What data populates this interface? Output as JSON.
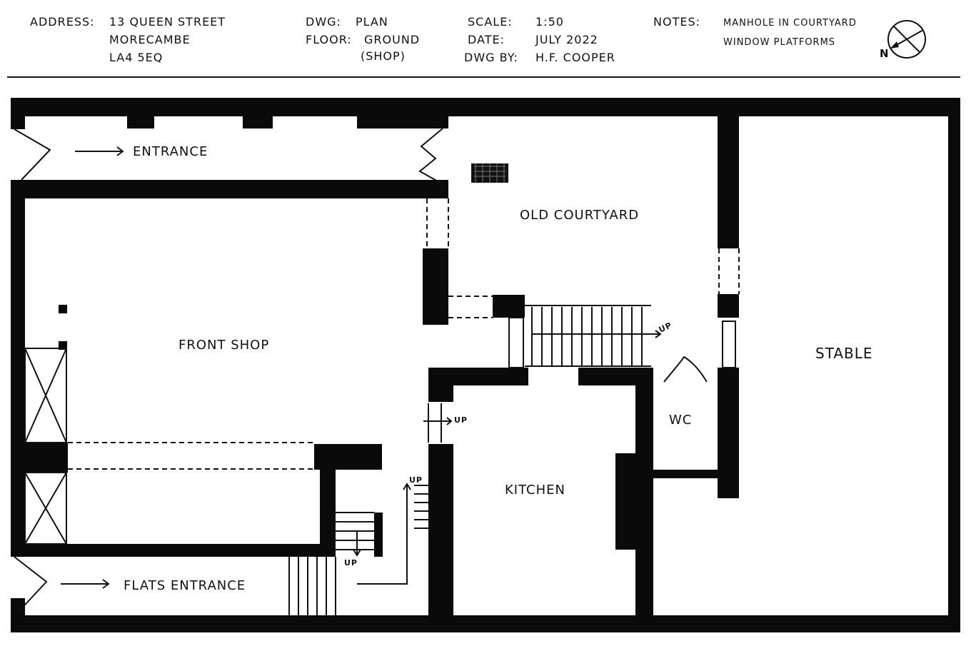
{
  "header": {
    "address_label": "ADDRESS:",
    "address_lines": [
      "13 QUEEN STREET",
      "MORECAMBE",
      "LA4 5EQ"
    ],
    "dwg_label": "DWG:",
    "dwg_value": "PLAN",
    "floor_label": "FLOOR:",
    "floor_value": "GROUND",
    "floor_value_sub": "(SHOP)",
    "scale_label": "SCALE:",
    "scale_value": "1:50",
    "date_label": "DATE:",
    "date_value": "JULY 2022",
    "dwg_by_label": "DWG BY:",
    "dwg_by_value": "H.F. COOPER",
    "notes_label": "NOTES:",
    "notes": [
      "MANHOLE IN COURTYARD",
      "WINDOW PLATFORMS"
    ],
    "north_label": "N"
  },
  "rooms": {
    "entrance": "ENTRANCE",
    "old_courtyard": "OLD COURTYARD",
    "front_shop": "FRONT SHOP",
    "stable": "STABLE",
    "wc": "WC",
    "kitchen": "KITCHEN",
    "flats_entrance": "FLATS ENTRANCE"
  },
  "stair_labels": {
    "courtyard_up": "UP",
    "kitchen_up": "UP",
    "rear_up": "UP",
    "lower_up": "UP"
  }
}
